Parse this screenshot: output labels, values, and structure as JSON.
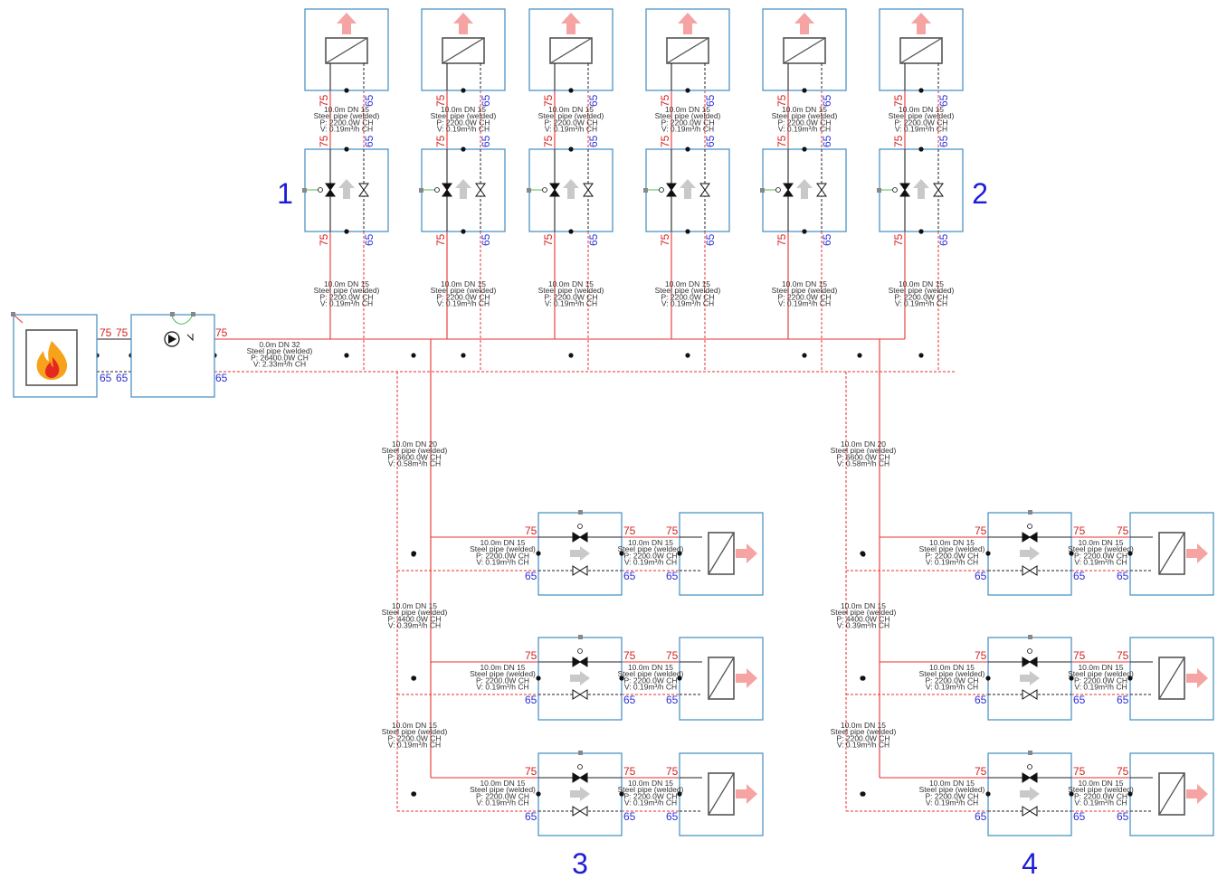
{
  "colors": {
    "supply": "#e8322f",
    "return": "#e8322f",
    "box_border": "#4f94c6",
    "supply_temp_text": "#d6201e",
    "return_temp_text": "#2f2fd6",
    "label_number": "#1c1cd9"
  },
  "temps": {
    "supply": "75",
    "return": "65"
  },
  "labels": {
    "riser_left": "1",
    "riser_right": "2",
    "branch_left": "3",
    "branch_right": "4"
  },
  "icons": {
    "boiler": "flame-icon",
    "pump": "pump-icon",
    "radiator": "radiator-icon",
    "valve": "valve-icon",
    "arrow_up": "heat-arrow-icon",
    "flow": "flow-arrow-icon"
  },
  "pipes": {
    "main": {
      "line1": "0.0m DN 32",
      "line2": "Steel pipe (welded)",
      "line3": "P: 26400.0W CH",
      "line4": "V: 2.33m³/h CH"
    },
    "riser_top": {
      "line1": "10.0m DN 15",
      "line2": "Steel pipe (welded)",
      "line3": "P: 2200.0W CH",
      "line4": "V: 0.19m³/h CH"
    },
    "riser_bottom": {
      "line1": "10.0m DN 15",
      "line2": "Steel pipe (welded)",
      "line3": "P: 2200.0W CH",
      "line4": "V: 0.19m³/h CH"
    },
    "branch_main": {
      "line1": "10.0m DN 20",
      "line2": "Steel pipe (welded)",
      "line3": "P: 6600.0W CH",
      "line4": "V: 0.58m³/h CH"
    },
    "branch_mid": {
      "line1": "10.0m DN 15",
      "line2": "Steel pipe (welded)",
      "line3": "P: 4400.0W CH",
      "line4": "V: 0.39m³/h CH"
    },
    "branch_low": {
      "line1": "10.0m DN 15",
      "line2": "Steel pipe (welded)",
      "line3": "P: 2200.0W CH",
      "line4": "V: 0.19m³/h CH"
    },
    "emitter_in": {
      "line1": "10.0m DN 15",
      "line2": "Steel pipe (welded)",
      "line3": "P: 2200.0W CH",
      "line4": "V: 0.19m³/h CH"
    },
    "emitter_out": {
      "line1": "10.0m DN 15",
      "line2": "Steel pipe (welded)",
      "line3": "P: 2200.0W CH",
      "line4": "V: 0.19m³/h CH"
    }
  }
}
